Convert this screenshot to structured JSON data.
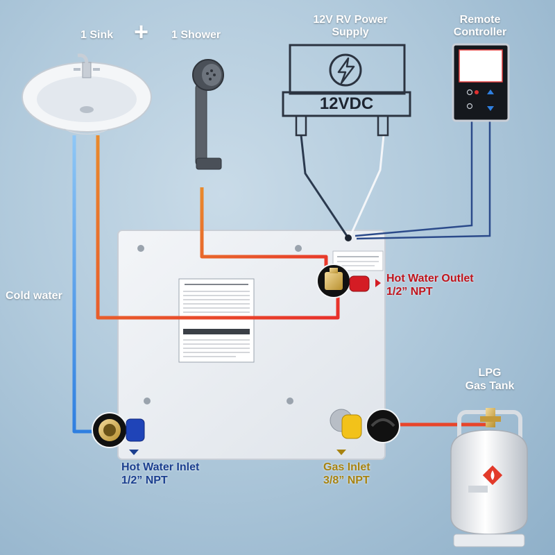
{
  "labels": {
    "sink": "1 Sink",
    "plus": "+",
    "shower": "1 Shower",
    "power_line1": "12V RV Power",
    "power_line2": "Supply",
    "power_device": "12VDC",
    "remote_line1": "Remote",
    "remote_line2": "Controller",
    "cold_water": "Cold water",
    "hot_outlet_line1": "Hot Water Outlet",
    "hot_outlet_line2": "1/2” NPT",
    "hot_inlet_line1": "Hot Water Inlet",
    "hot_inlet_line2": "1/2” NPT",
    "gas_inlet_line1": "Gas Inlet",
    "gas_inlet_line2": "3/8” NPT",
    "lpg_line1": "LPG",
    "lpg_line2": "Gas Tank"
  },
  "colors": {
    "hot_label": "#c0141c",
    "inlet_label": "#1b3f8f",
    "gas_label": "#a88310",
    "cold_pipe": "#3f8fe6",
    "hot_pipe": "#e8452a",
    "hot_pipe_warm": "#e98a2c",
    "cable": "#2b3a4f",
    "heater_panel": "#eef1f5"
  },
  "icons": {
    "power_supply": "lightning-bolt-icon",
    "remote_buttons": [
      "power-button-icon",
      "arrow-up-icon",
      "arrow-down-icon"
    ],
    "tank_hazard": "flammable-gas-diamond-icon"
  }
}
